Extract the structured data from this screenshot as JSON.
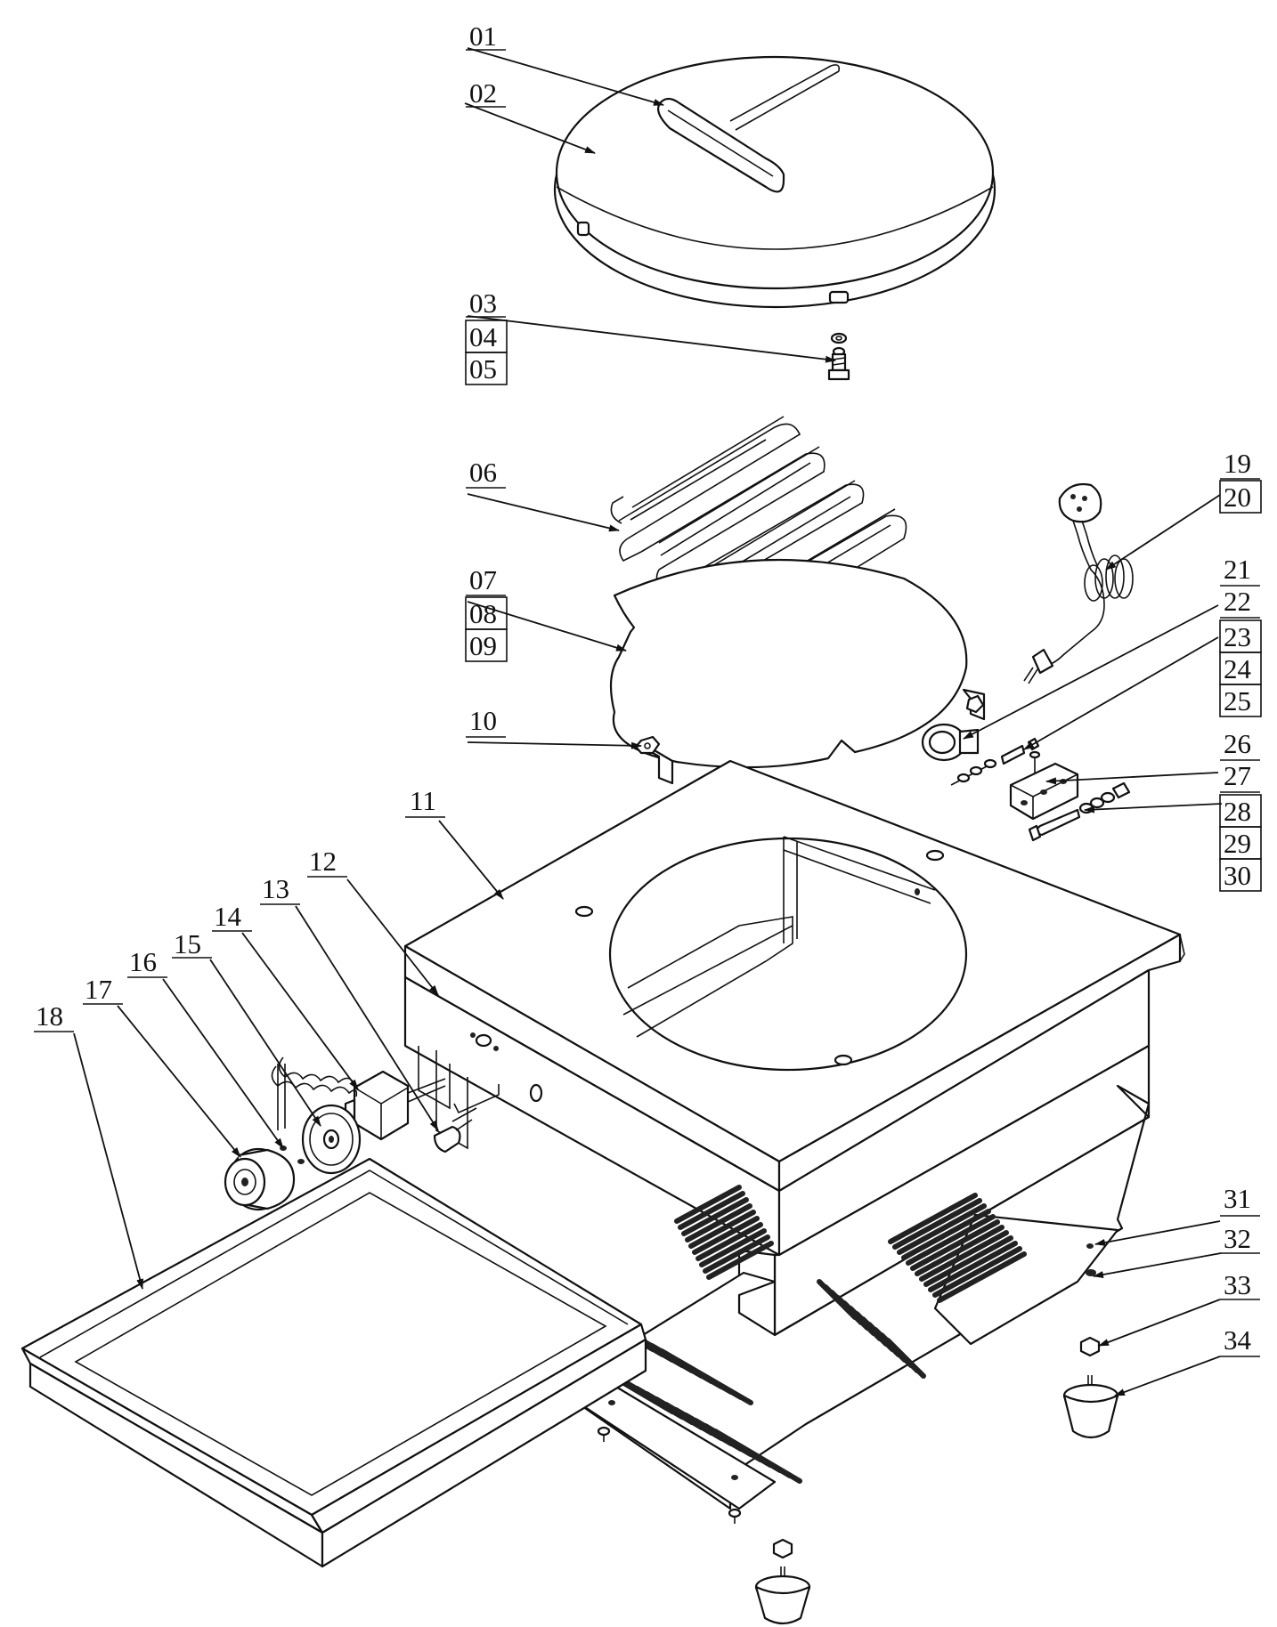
{
  "labels": {
    "p01": "01",
    "p02": "02",
    "p03": "03",
    "p04": "04",
    "p05": "05",
    "p06": "06",
    "p07": "07",
    "p08": "08",
    "p09": "09",
    "p10": "10",
    "p11": "11",
    "p12": "12",
    "p13": "13",
    "p14": "14",
    "p15": "15",
    "p16": "16",
    "p17": "17",
    "p18": "18",
    "p19": "19",
    "p20": "20",
    "p21": "21",
    "p22": "22",
    "p23": "23",
    "p24": "24",
    "p25": "25",
    "p26": "26",
    "p27": "27",
    "p28": "28",
    "p29": "29",
    "p30": "30",
    "p31": "31",
    "p32": "32",
    "p33": "33",
    "p34": "34"
  },
  "colors": {
    "line": "#111111",
    "fill": "#ffffff",
    "slot": "#222222"
  }
}
